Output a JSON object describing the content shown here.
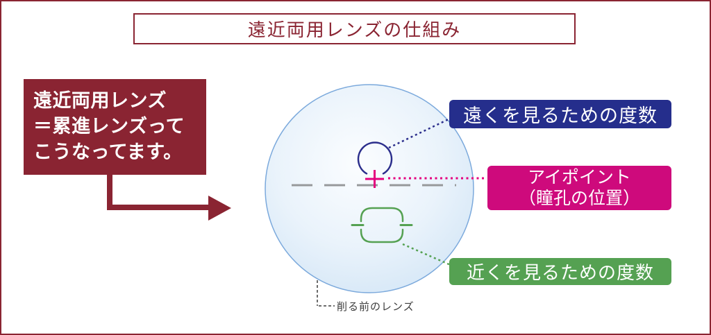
{
  "title": {
    "text": "遠近両用レンズの仕組み"
  },
  "callout": {
    "lines": [
      "遠近両用レンズ",
      "＝累進レンズって",
      "こうなってます。"
    ]
  },
  "labels": {
    "distance_power": {
      "text": "遠くを見るための度数"
    },
    "eyepoint": {
      "lines": [
        "アイポイント",
        "（瞳孔の位置）"
      ]
    },
    "near_power": {
      "text": "近くを見るための度数"
    },
    "raw_lens": {
      "text": "削る前のレンズ"
    }
  },
  "icons": {
    "lens_circle": "uncut-round-lens",
    "far_zone": "distance-vision-circle-engraving",
    "eyepoint_cross": "eyepoint-cross-mark",
    "near_zone": "near-vision-zone-engraving",
    "arrow": "elbow-arrow-right"
  },
  "colors": {
    "maroon": "#8A2432",
    "navy": "#252E8C",
    "navy_stroke": "#2B2E8C",
    "magenta": "#CE0A7C",
    "magenta_cross": "#E4007F",
    "green": "#55A152",
    "lens_edge": "#7BA9DC",
    "lens_fill_center": "#fbfdff",
    "lens_fill_edge": "#d2e5f6",
    "gray_dash": "#97999B",
    "text_dark": "#3C3C3C",
    "white": "#FFFFFF"
  }
}
